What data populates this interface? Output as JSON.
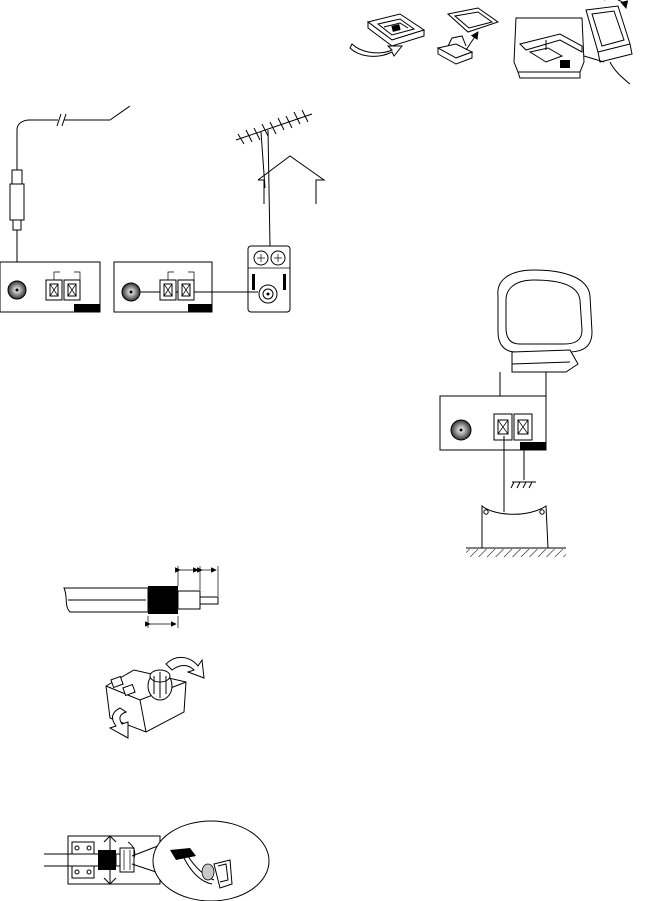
{
  "page": {
    "background": "#ffffff",
    "line_color": "#000000"
  },
  "figures": [
    {
      "name": "loop-antenna-assembly",
      "icon": "loop-antenna-assembly-icon"
    },
    {
      "name": "fm-indoor-antenna-connection",
      "icon": "fm-wire-antenna-icon"
    },
    {
      "name": "fm-outdoor-antenna-connection",
      "icon": "rooftop-antenna-icon"
    },
    {
      "name": "am-loop-antenna-connection",
      "icon": "am-loop-antenna-icon"
    },
    {
      "name": "coaxial-cable-stripping",
      "icon": "coaxial-cable-icon"
    },
    {
      "name": "connector-cover-removal",
      "icon": "connector-cap-icon"
    },
    {
      "name": "connector-wiring-detail",
      "icon": "connector-clamp-icon"
    }
  ]
}
